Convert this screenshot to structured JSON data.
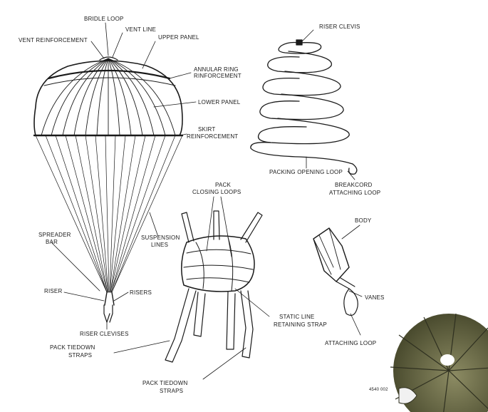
{
  "labels": {
    "bridle_loop": "BRIDLE LOOP",
    "vent_reinforcement": "VENT REINFORCEMENT",
    "vent_line": "VENT LINE",
    "upper_panel": "UPPER PANEL",
    "annular_ring_1": "ANNULAR RING",
    "annular_ring_2": "RINFORCEMENT",
    "lower_panel": "LOWER PANEL",
    "skirt_1": "SKIRT",
    "skirt_2": "REINFORCEMENT",
    "suspension_1": "SUSPENSION",
    "suspension_2": "LINES",
    "spreader_1": "SPREADER",
    "spreader_2": "BAR",
    "riser": "RISER",
    "risers": "RISERS",
    "riser_clevises": "RISER CLEVISES",
    "riser_clevis": "RISER CLEVIS",
    "packing_opening_loop": "PACKING OPENING LOOP",
    "breakcord_1": "BREAKCORD",
    "breakcord_2": "ATTACHING LOOP",
    "pack_closing_1": "PACK",
    "pack_closing_2": "CLOSING LOOPS",
    "static_line_1": "STATIC LINE",
    "static_line_2": "RETAINING STRAP",
    "pack_tiedown_a1": "PACK TIEDOWN",
    "pack_tiedown_a2": "STRAPS",
    "pack_tiedown_b1": "PACK TIEDOWN",
    "pack_tiedown_b2": "STRAPS",
    "body": "BODY",
    "vanes": "VANES",
    "attaching_loop": "ATTACHING LOOP",
    "figure_number": "4540 002"
  },
  "colors": {
    "ink": "#1a1a1a",
    "canopy_olive": "#5d5e3c",
    "canopy_olive_light": "#8c8b63",
    "sky": "#ffffff"
  }
}
